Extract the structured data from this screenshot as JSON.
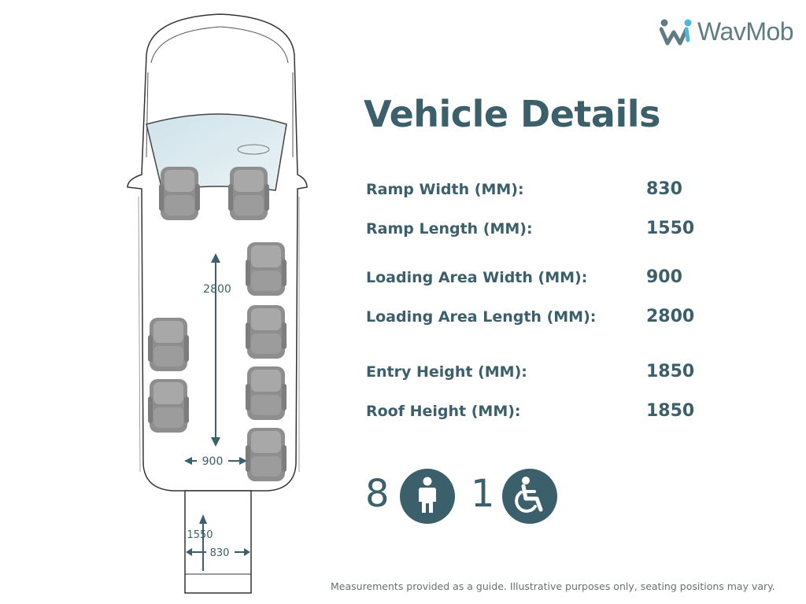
{
  "brand": {
    "name": "WavMob",
    "logo_icon": "wavmob-logo-icon",
    "accent": "#3b5f6b"
  },
  "title": "Vehicle Details",
  "specs": [
    {
      "label": "Ramp Width (MM):",
      "value": "830"
    },
    {
      "label": "Ramp Length (MM):",
      "value": "1550"
    },
    {
      "label": "Loading Area Width (MM):",
      "value": "900"
    },
    {
      "label": "Loading Area Length (MM):",
      "value": "2800"
    },
    {
      "label": "Entry Height (MM):",
      "value": "1850"
    },
    {
      "label": "Roof Height (MM):",
      "value": "1850"
    }
  ],
  "capacity": {
    "seated": "8",
    "seated_icon": "person-icon",
    "wheelchair": "1",
    "wheelchair_icon": "wheelchair-icon"
  },
  "floorplan": {
    "loading_length": "2800",
    "loading_width": "900",
    "ramp_length": "1550",
    "ramp_width": "830"
  },
  "footnote": "Measurements provided as a guide. Illustrative purposes only, seating positions may vary."
}
